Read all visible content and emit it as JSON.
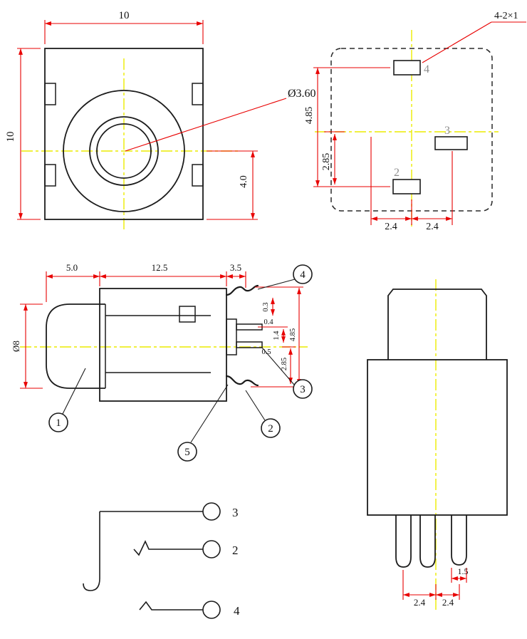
{
  "drawing": {
    "colors": {
      "outline": "#1c1c1c",
      "dimension": "#e80000",
      "centerline": "#ecec00",
      "pad_label": "#8d8d8d"
    },
    "top_view": {
      "width_dim": "10",
      "height_dim": "10",
      "hole_dia": "Ø3.60",
      "center_offset": "4.0"
    },
    "footprint": {
      "hole_note": "4-2×1",
      "span_v": "4.85",
      "half_v": "2.85",
      "pitch_left": "2.4",
      "pitch_right": "2.4",
      "pad4": "4",
      "pad3": "3",
      "pad2": "2"
    },
    "side_view": {
      "len_front": "5.0",
      "len_body": "12.5",
      "len_pins": "3.5",
      "barrel_dia": "Ø8",
      "pin_t_top": "0.3",
      "pin_t_mid": "0.4",
      "pin_gap": "1.4",
      "pin_t_low": "0.5",
      "span_v": "4.85",
      "half_v": "2.85",
      "callout_1": "1",
      "callout_2": "2",
      "callout_3": "3",
      "callout_4": "4",
      "callout_5": "5"
    },
    "front_view": {
      "pin_width": "1.5",
      "pitch_left": "2.4",
      "pitch_right": "2.4"
    },
    "schematic": {
      "pin3": "3",
      "pin2": "2",
      "pin4": "4"
    }
  }
}
